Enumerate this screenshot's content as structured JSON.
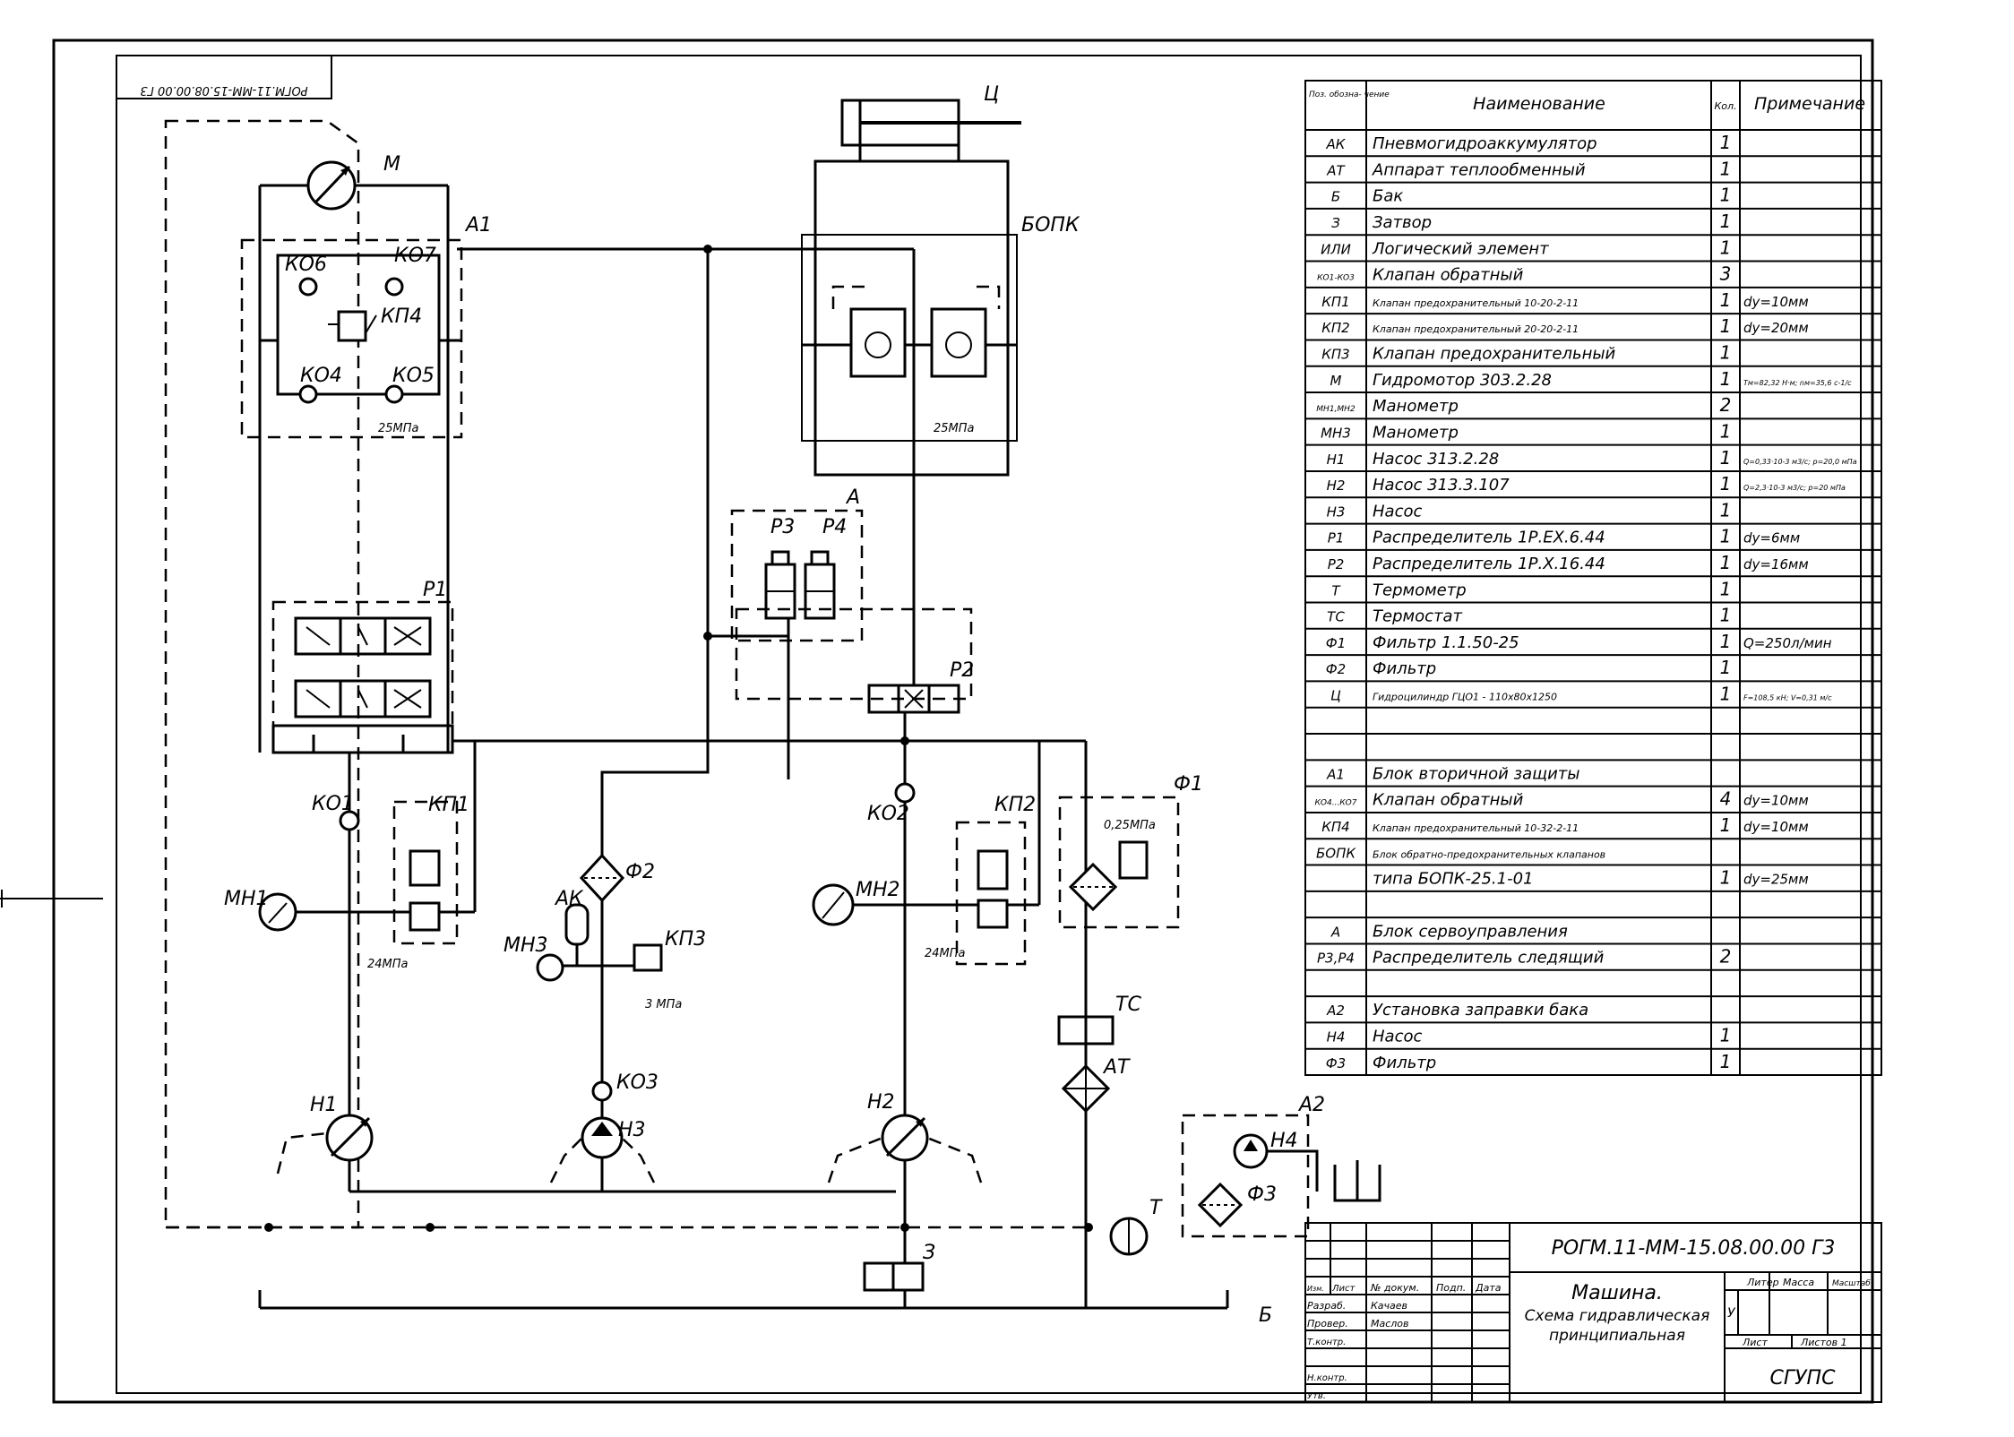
{
  "document": {
    "mirrored_code": "РОГМ.11-ММ-15.08.00.00 Г3",
    "title_block": {
      "code": "РОГМ.11-ММ-15.08.00.00 Г3",
      "name_line1": "Машина.",
      "name_line2": "Схема гидравлическая",
      "name_line3": "принципиальная",
      "org": "СГУПС",
      "litera_header": "Литер",
      "mass_header": "Масса",
      "scale_header": "Масштаб",
      "litera_value": "У",
      "sheet_label": "Лист",
      "sheets_label": "Листов 1",
      "col_headers": [
        "Изм.",
        "Лист",
        "№ докум.",
        "Подп.",
        "Дата"
      ],
      "roles": [
        "Разраб.",
        "Провер.",
        "Т.контр.",
        "Н.контр.",
        "Утв."
      ],
      "names": [
        "Качаев",
        "Маслов"
      ]
    }
  },
  "spec_table": {
    "headers": [
      "Поз. обозна- чение",
      "Наименование",
      "Кол.",
      "Примечание"
    ],
    "rows": [
      {
        "pos": "АК",
        "name": "Пневмогидроаккумулятор",
        "qty": "1",
        "note": ""
      },
      {
        "pos": "АТ",
        "name": "Аппарат теплообменный",
        "qty": "1",
        "note": ""
      },
      {
        "pos": "Б",
        "name": "Бак",
        "qty": "1",
        "note": ""
      },
      {
        "pos": "З",
        "name": "Затвор",
        "qty": "1",
        "note": ""
      },
      {
        "pos": "ИЛИ",
        "name": "Логический элемент",
        "qty": "1",
        "note": ""
      },
      {
        "pos": "КО1-КО3",
        "name": "Клапан обратный",
        "qty": "3",
        "note": ""
      },
      {
        "pos": "КП1",
        "name": "Клапан предохранительный 10-20-2-11",
        "qty": "1",
        "note": "dу=10мм"
      },
      {
        "pos": "КП2",
        "name": "Клапан предохранительный 20-20-2-11",
        "qty": "1",
        "note": "dу=20мм"
      },
      {
        "pos": "КП3",
        "name": "Клапан предохранительный",
        "qty": "1",
        "note": ""
      },
      {
        "pos": "М",
        "name": "Гидромотор 303.2.28",
        "qty": "1",
        "note": "Тм=82,32 Н·м; nм=35,6 с-1/с"
      },
      {
        "pos": "МН1,МН2",
        "name": "Манометр",
        "qty": "2",
        "note": ""
      },
      {
        "pos": "МН3",
        "name": "Манометр",
        "qty": "1",
        "note": ""
      },
      {
        "pos": "Н1",
        "name": "Насос 313.2.28",
        "qty": "1",
        "note": "Q=0,33·10-3 м3/с; р=20,0 мПа"
      },
      {
        "pos": "Н2",
        "name": "Насос 313.3.107",
        "qty": "1",
        "note": "Q=2,3·10-3 м3/с; р=20 мПа"
      },
      {
        "pos": "Н3",
        "name": "Насос",
        "qty": "1",
        "note": ""
      },
      {
        "pos": "Р1",
        "name": "Распределитель 1Р.ЕХ.6.44",
        "qty": "1",
        "note": "dу=6мм"
      },
      {
        "pos": "Р2",
        "name": "Распределитель 1Р.Х.16.44",
        "qty": "1",
        "note": "dу=16мм"
      },
      {
        "pos": "Т",
        "name": "Термометр",
        "qty": "1",
        "note": ""
      },
      {
        "pos": "ТС",
        "name": "Термостат",
        "qty": "1",
        "note": ""
      },
      {
        "pos": "Ф1",
        "name": "Фильтр 1.1.50-25",
        "qty": "1",
        "note": "Q=250л/мин"
      },
      {
        "pos": "Ф2",
        "name": "Фильтр",
        "qty": "1",
        "note": ""
      },
      {
        "pos": "Ц",
        "name": "Гидроцилиндр ГЦО1 - 110х80х1250",
        "qty": "1",
        "note": "F=108,5 кН; V=0,31 м/с"
      },
      {
        "pos": "",
        "name": "",
        "qty": "",
        "note": ""
      },
      {
        "pos": "",
        "name": "",
        "qty": "",
        "note": ""
      },
      {
        "pos": "А1",
        "name": "Блок вторичной защиты",
        "qty": "",
        "note": ""
      },
      {
        "pos": "КО4...КО7",
        "name": "Клапан обратный",
        "qty": "4",
        "note": "dу=10мм"
      },
      {
        "pos": "КП4",
        "name": "Клапан предохранительный 10-32-2-11",
        "qty": "1",
        "note": "dу=10мм"
      },
      {
        "pos": "БОПК",
        "name": "Блок обратно-предохранительных клапанов",
        "qty": "",
        "note": ""
      },
      {
        "pos": "",
        "name": "типа БОПК-25.1-01",
        "qty": "1",
        "note": "dу=25мм"
      },
      {
        "pos": "",
        "name": "",
        "qty": "",
        "note": ""
      },
      {
        "pos": "А",
        "name": "Блок сервоуправления",
        "qty": "",
        "note": ""
      },
      {
        "pos": "Р3,Р4",
        "name": "Распределитель следящий",
        "qty": "2",
        "note": ""
      },
      {
        "pos": "",
        "name": "",
        "qty": "",
        "note": ""
      },
      {
        "pos": "А2",
        "name": "Установка заправки бака",
        "qty": "",
        "note": ""
      },
      {
        "pos": "Н4",
        "name": "Насос",
        "qty": "1",
        "note": ""
      },
      {
        "pos": "Ф3",
        "name": "Фильтр",
        "qty": "1",
        "note": ""
      }
    ]
  },
  "diagram": {
    "labels": {
      "M": "М",
      "A1": "А1",
      "KO6": "КО6",
      "KO7": "КО7",
      "KP4": "КП4",
      "KO4": "КО4",
      "KO5": "КО5",
      "p25a": "25МПа",
      "P1": "Р1",
      "KO1": "КО1",
      "KP1": "КП1",
      "MN1": "МН1",
      "p24a": "24МПа",
      "C": "Ц",
      "BOPK": "БОПК",
      "p25b": "25МПа",
      "A": "А",
      "P3": "Р3",
      "P4": "Р4",
      "P2": "Р2",
      "AK": "АК",
      "F2": "Ф2",
      "MN3": "МН3",
      "KP3": "КП3",
      "p3": "3 МПа",
      "KO2": "КО2",
      "MN2": "МН2",
      "KP2": "КП2",
      "p24b": "24МПа",
      "F1": "Ф1",
      "p025": "0,25МПа",
      "TS": "ТС",
      "AT": "АТ",
      "H1": "Н1",
      "H2": "Н2",
      "H3": "Н3",
      "KO3": "КО3",
      "A2": "А2",
      "H4": "Н4",
      "F3": "Ф3",
      "T": "Т",
      "Z": "З",
      "B": "Б"
    }
  }
}
